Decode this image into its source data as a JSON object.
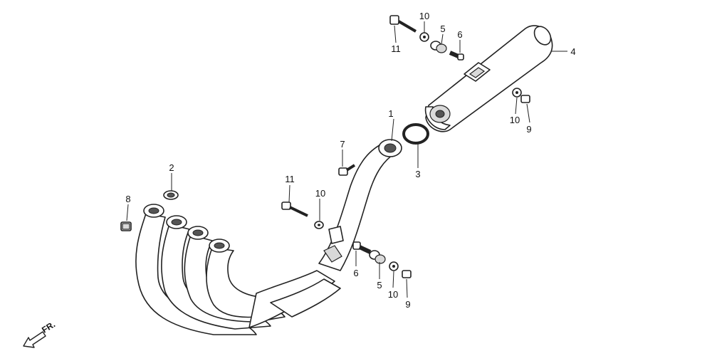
{
  "labels": {
    "p1": "1",
    "p2": "2",
    "p3": "3",
    "p4": "4",
    "p5a": "5",
    "p5b": "5",
    "p6a": "6",
    "p6b": "6",
    "p7": "7",
    "p8": "8",
    "p9a": "9",
    "p9b": "9",
    "p10a": "10",
    "p10b": "10",
    "p10c": "10",
    "p10d": "10",
    "p11a": "11",
    "p11b": "11"
  },
  "direction": {
    "label": "FR."
  }
}
